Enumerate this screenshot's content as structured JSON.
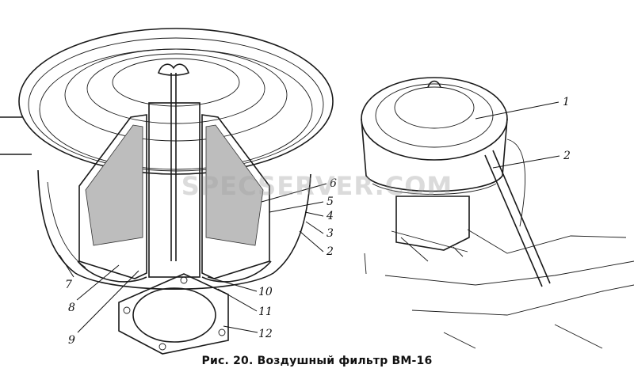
{
  "callouts": [
    {
      "num": "1",
      "target": "filter-housing-cover"
    },
    {
      "num": "2",
      "target": "support-rod"
    },
    {
      "num": "3",
      "target": "clamp-bolt"
    },
    {
      "num": "4",
      "target": "wing-nut-clamp"
    },
    {
      "num": "5",
      "target": "filter-element"
    },
    {
      "num": "6",
      "target": "outer-housing-wall"
    },
    {
      "num": "7",
      "target": "oil-bath-reservoir"
    },
    {
      "num": "8",
      "target": "mesh-screen"
    },
    {
      "num": "9",
      "target": "inner-tube"
    },
    {
      "num": "10",
      "target": "stud"
    },
    {
      "num": "11",
      "target": "gasket-bolt"
    },
    {
      "num": "12",
      "target": "gasket"
    }
  ],
  "caption": "Рис. 20. Воздушный фильтр ВМ-16",
  "watermark": "SPECSERVER.COM"
}
